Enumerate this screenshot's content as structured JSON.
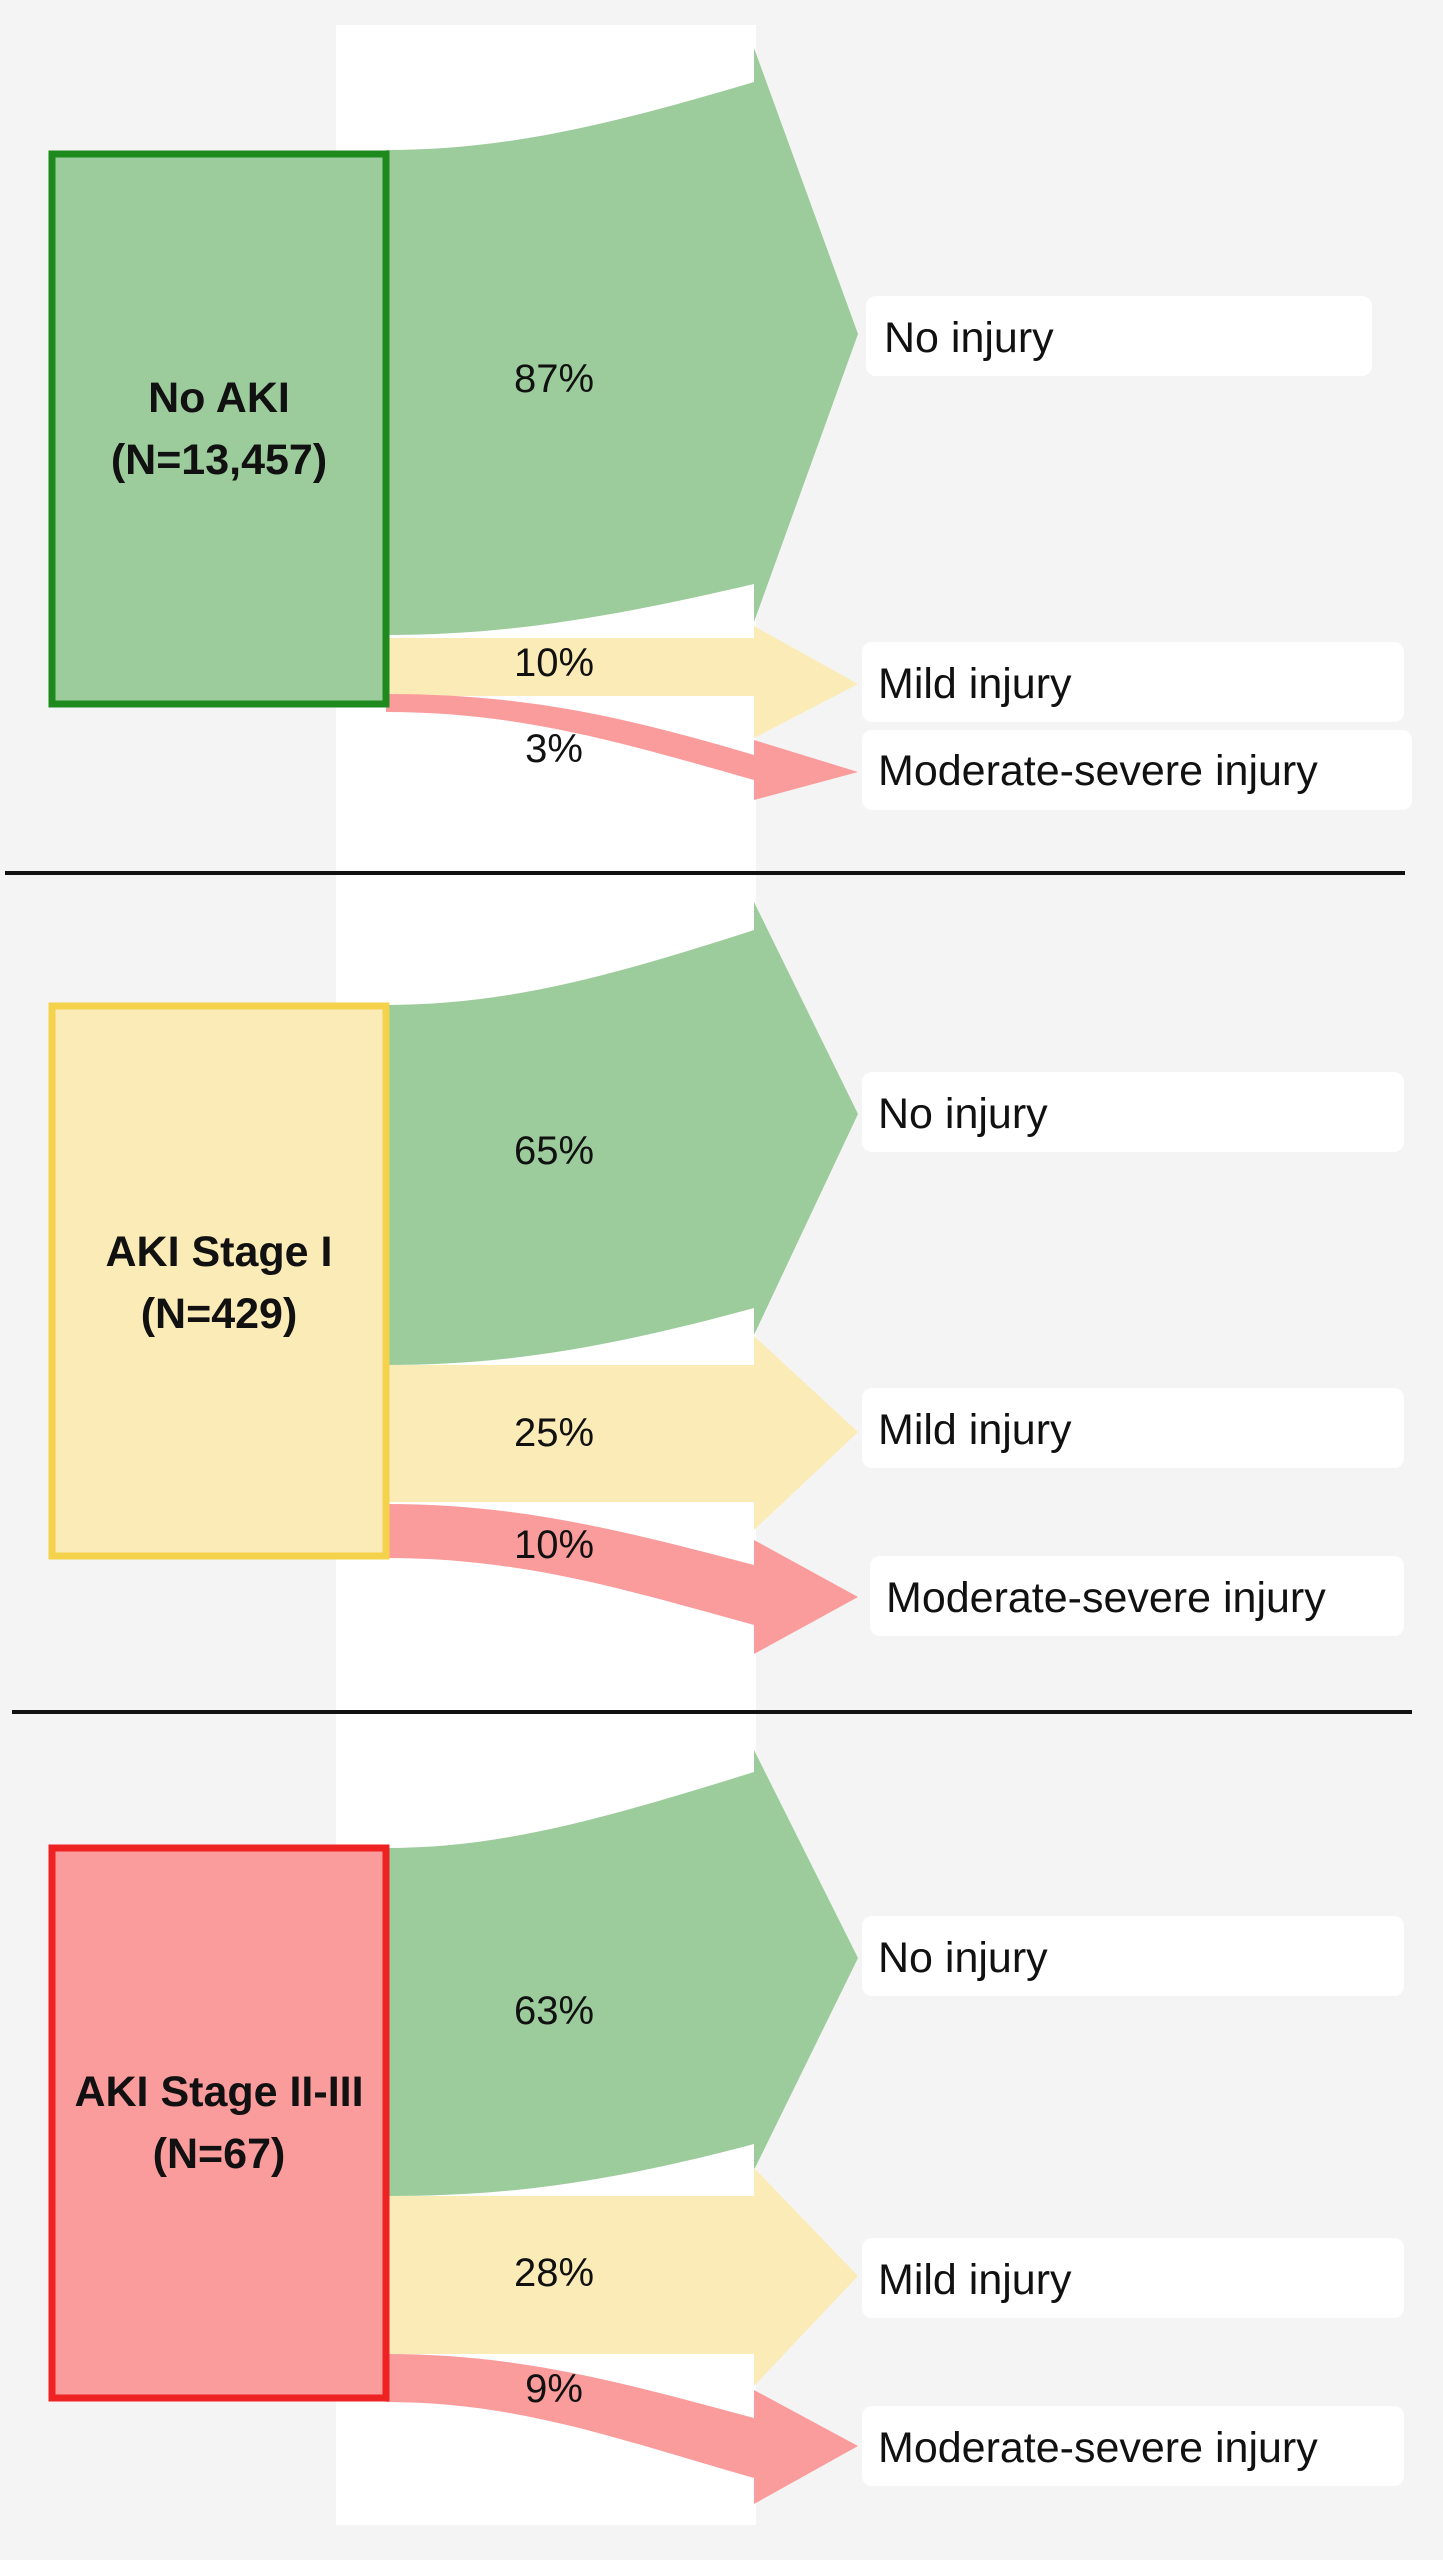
{
  "colors": {
    "background": "#f4f4f4",
    "center_band": "#ffffff",
    "no_injury_fill": "#9ccc9b",
    "mild_fill": "#fbebb6",
    "moderate_fill": "#fa9b9c",
    "no_aki_box": "#9ccc9b",
    "no_aki_border": "#1e8a1e",
    "stage1_box": "#fbebb6",
    "stage1_border": "#f5d24b",
    "stage23_box": "#fa9b9c",
    "stage23_border": "#ee2222",
    "divider": "#111111"
  },
  "panels": [
    {
      "source_name": "No AKI",
      "source_n": "(N=13,457)",
      "flows": [
        {
          "outcome": "No injury",
          "percent": 87,
          "label": "87%"
        },
        {
          "outcome": "Mild injury",
          "percent": 10,
          "label": "10%"
        },
        {
          "outcome": "Moderate-severe injury",
          "percent": 3,
          "label": "3%"
        }
      ]
    },
    {
      "source_name": "AKI Stage I",
      "source_n": "(N=429)",
      "flows": [
        {
          "outcome": "No injury",
          "percent": 65,
          "label": "65%"
        },
        {
          "outcome": "Mild injury",
          "percent": 25,
          "label": "25%"
        },
        {
          "outcome": "Moderate-severe injury",
          "percent": 10,
          "label": "10%"
        }
      ]
    },
    {
      "source_name": "AKI Stage II-III",
      "source_n": "(N=67)",
      "flows": [
        {
          "outcome": "No injury",
          "percent": 63,
          "label": "63%"
        },
        {
          "outcome": "Mild injury",
          "percent": 28,
          "label": "28%"
        },
        {
          "outcome": "Moderate-severe injury",
          "percent": 9,
          "label": "9%"
        }
      ]
    }
  ]
}
